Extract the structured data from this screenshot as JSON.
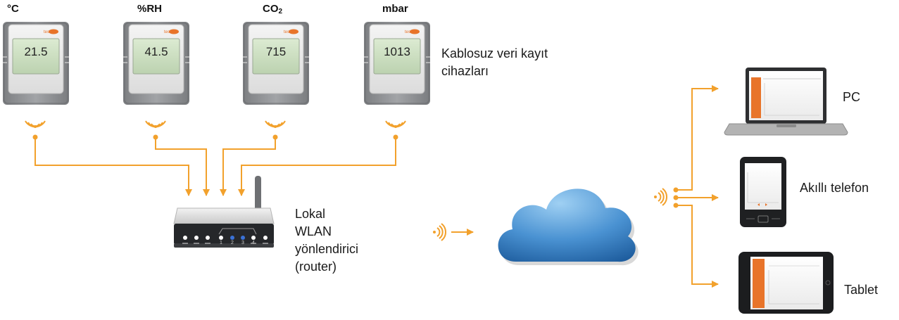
{
  "loggers": [
    {
      "unit": "°C",
      "reading": "21.5"
    },
    {
      "unit": "%RH",
      "reading": "41.5"
    },
    {
      "unit_main": "CO",
      "unit_sub": "2",
      "reading": "715"
    },
    {
      "unit": "mbar",
      "reading": "1013"
    }
  ],
  "labels": {
    "loggers_line1": "Kablosuz veri kayıt",
    "loggers_line2": "cihazları",
    "router_line1": "Lokal",
    "router_line2": "WLAN",
    "router_line3": "yönlendirici",
    "router_line4": "(router)",
    "pc": "PC",
    "smartphone": "Akıllı telefon",
    "tablet": "Tablet"
  },
  "router_ports": [
    "1",
    "2",
    "3",
    "4"
  ],
  "colors": {
    "accent": "#f2a12c",
    "logo": "#e8742a",
    "device_body": "#8a8c8f",
    "lcd": "#cfe3c4",
    "cloud": "#3d86c8"
  }
}
